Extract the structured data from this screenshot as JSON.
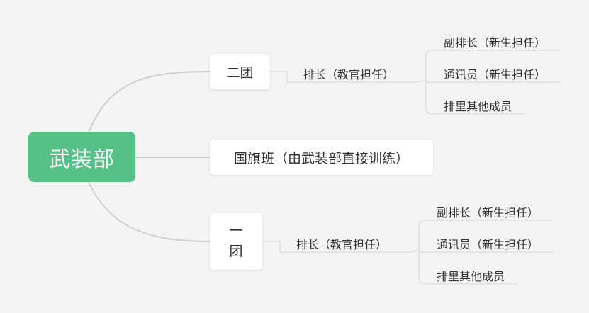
{
  "root": {
    "label": "武装部"
  },
  "branches": {
    "er_tuan": {
      "label": "二团",
      "leader": "排长（教官担任）",
      "members": [
        "副排长（新生担任）",
        "通讯员（新生担任）",
        "排里其他成员"
      ]
    },
    "guoqi": {
      "label": "国旗班（由武装部直接训练）"
    },
    "yi_tuan": {
      "label_chars": [
        "一",
        "团"
      ],
      "leader": "排长（教官担任）",
      "members": [
        "副排长（新生担任）",
        "通讯员（新生担任）",
        "排里其他成员"
      ]
    }
  },
  "colors": {
    "root_fill": "#55c186",
    "background": "#f4f4f4",
    "connector": "#cfcfcf"
  }
}
